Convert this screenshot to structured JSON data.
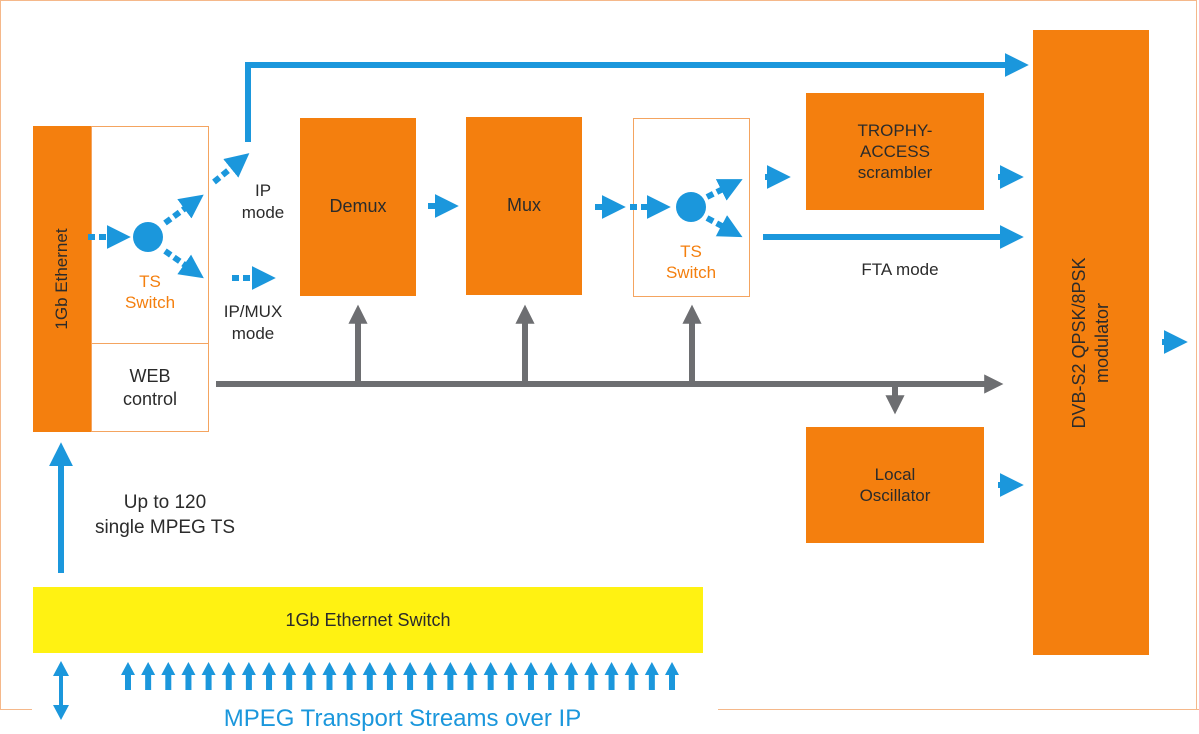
{
  "diagram": {
    "blocks": {
      "gbe_vertical": "1Gb Ethernet",
      "ts_switch_left": [
        "TS",
        "Switch"
      ],
      "web_control": [
        "WEB",
        "control"
      ],
      "demux": "Demux",
      "mux": "Mux",
      "ts_switch_right": [
        "TS",
        "Switch"
      ],
      "scrambler": [
        "TROPHY-",
        "ACCESS",
        "scrambler"
      ],
      "local_oscillator": [
        "Local",
        "Oscillator"
      ],
      "modulator": [
        "DVB-S2 QPSK/8PSK",
        "modulator"
      ],
      "gbe_switch": "1Gb Ethernet Switch"
    },
    "labels": {
      "ip_mode": [
        "IP",
        "mode"
      ],
      "ipmux_mode": [
        "IP/MUX",
        "mode"
      ],
      "fta_mode": "FTA mode",
      "up_to": [
        "Up to 120",
        "single MPEG TS"
      ],
      "footer": "MPEG Transport Streams over IP"
    },
    "colors": {
      "block_orange": "#f47f0e",
      "arrow_blue": "#1b97dc",
      "control_gray": "#6d6e71",
      "switch_yellow": "#fff212",
      "frame": "#f5b88a"
    }
  }
}
